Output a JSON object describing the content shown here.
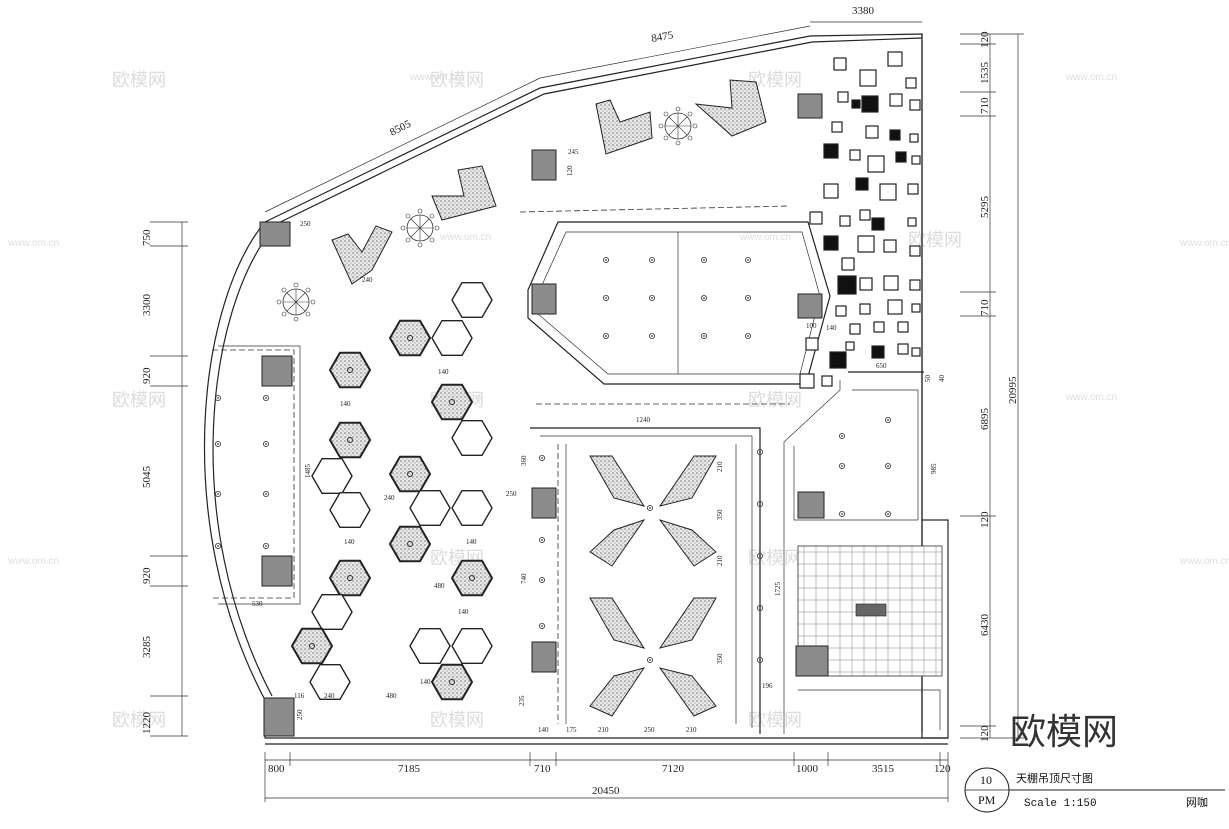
{
  "dimensions": {
    "top": [
      "8505",
      "8475",
      "3380"
    ],
    "right": [
      "120",
      "1535",
      "710",
      "5295",
      "710",
      "6895",
      "120",
      "6430",
      "120"
    ],
    "right_total": "20995",
    "left": [
      "750",
      "3300",
      "920",
      "5045",
      "920",
      "3285",
      "1220"
    ],
    "bottom": [
      "800",
      "7185",
      "710",
      "7120",
      "1000",
      "3515",
      "120"
    ],
    "bottom_total": "20450",
    "interior": {
      "d250": "250",
      "d245": "245",
      "d120": "120",
      "d240a": "240",
      "d140a": "140",
      "d140b": "140",
      "d1485": "1485",
      "d240b": "240",
      "d250b": "250",
      "d140c": "140",
      "d140d": "140",
      "d480": "480",
      "d140e": "140",
      "d530": "530",
      "d240c": "240",
      "d480b": "480",
      "d140f": "140",
      "d116": "116",
      "d250c": "250",
      "d235": "235",
      "d1240": "1240",
      "d360": "360",
      "d210a": "210",
      "d350a": "350",
      "d210b": "210",
      "d350b": "350",
      "d740": "740",
      "d1725": "1725",
      "d140g": "140",
      "d175": "175",
      "d210c": "210",
      "d250d": "250",
      "d210d": "210",
      "d196": "196",
      "d985": "985",
      "d650": "650",
      "d100": "100",
      "d140h": "140",
      "d50": "50",
      "d40": "40"
    }
  },
  "watermark": {
    "text": "欧模网",
    "url": "www.om.cn"
  },
  "brand_logo": "欧模网",
  "title_block": {
    "number": "10",
    "sheet": "PM",
    "title": "天棚吊顶尺寸图",
    "scale": "Scale 1:150",
    "project": "网咖"
  },
  "colors": {
    "line": "#222222",
    "gray_fill": "#8c8c8c",
    "black_fill": "#111111",
    "pattern_fill": "#cfcfcf"
  }
}
